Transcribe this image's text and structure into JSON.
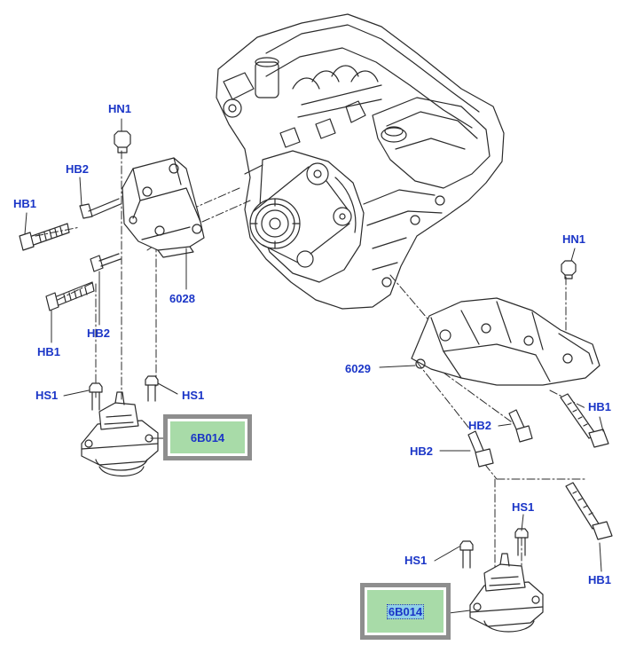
{
  "callouts": {
    "hn1_left": "HN1",
    "hb2_left_top": "HB2",
    "hb1_left_top": "HB1",
    "part_6028": "6028",
    "hb2_left_bottom": "HB2",
    "hb1_left_bottom": "HB1",
    "hs1_left_a": "HS1",
    "hs1_left_b": "HS1",
    "hn1_right": "HN1",
    "part_6029": "6029",
    "hb1_right_top": "HB1",
    "hb2_right_a": "HB2",
    "hb2_right_b": "HB2",
    "hs1_right_a": "HS1",
    "hs1_right_b": "HS1",
    "hb1_right_bottom": "HB1"
  },
  "part_boxes": {
    "mount_left": "6B014",
    "mount_right": "6B014"
  },
  "colors": {
    "callout_text": "#1a35c7",
    "box_fill": "#a8dba8",
    "box_border": "#8e8e8e",
    "selected_text_bg": "#8fd0e8",
    "line_art": "#2b2b2b"
  }
}
